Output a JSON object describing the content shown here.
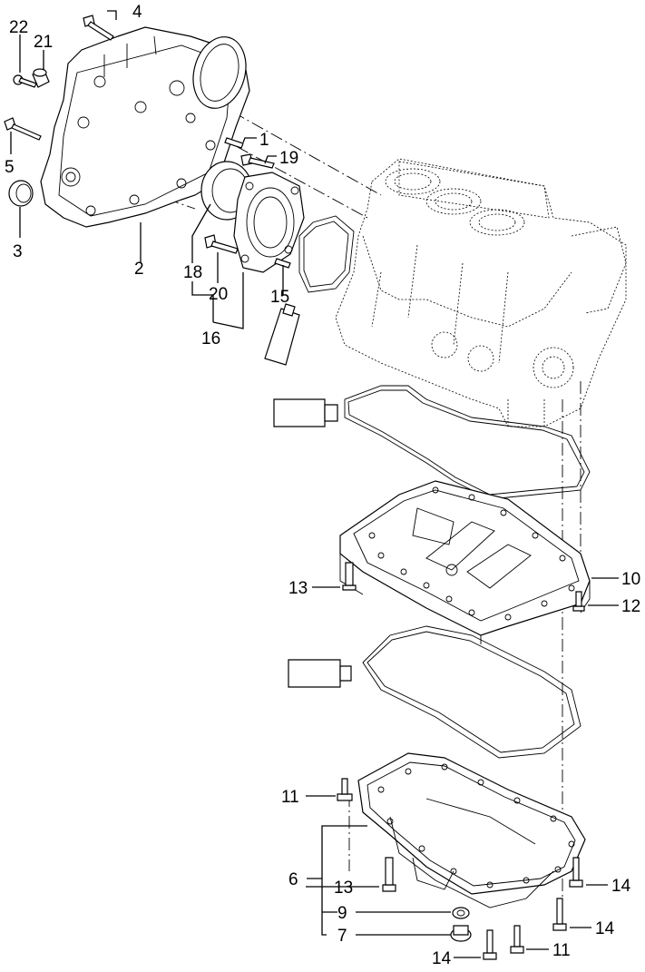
{
  "diagram": {
    "type": "exploded-parts-diagram",
    "callouts": {
      "c1": "1",
      "c2": "2",
      "c3": "3",
      "c4": "4",
      "c5": "5",
      "c6": "6",
      "c7": "7",
      "c9": "9",
      "c10": "10",
      "c11a": "11",
      "c11b": "11",
      "c12": "12",
      "c13a": "13",
      "c13b": "13",
      "c14a": "14",
      "c14b": "14",
      "c14c": "14",
      "c15": "15",
      "c16": "16",
      "c18": "18",
      "c19": "19",
      "c20": "20",
      "c21": "21",
      "c22": "22"
    }
  }
}
